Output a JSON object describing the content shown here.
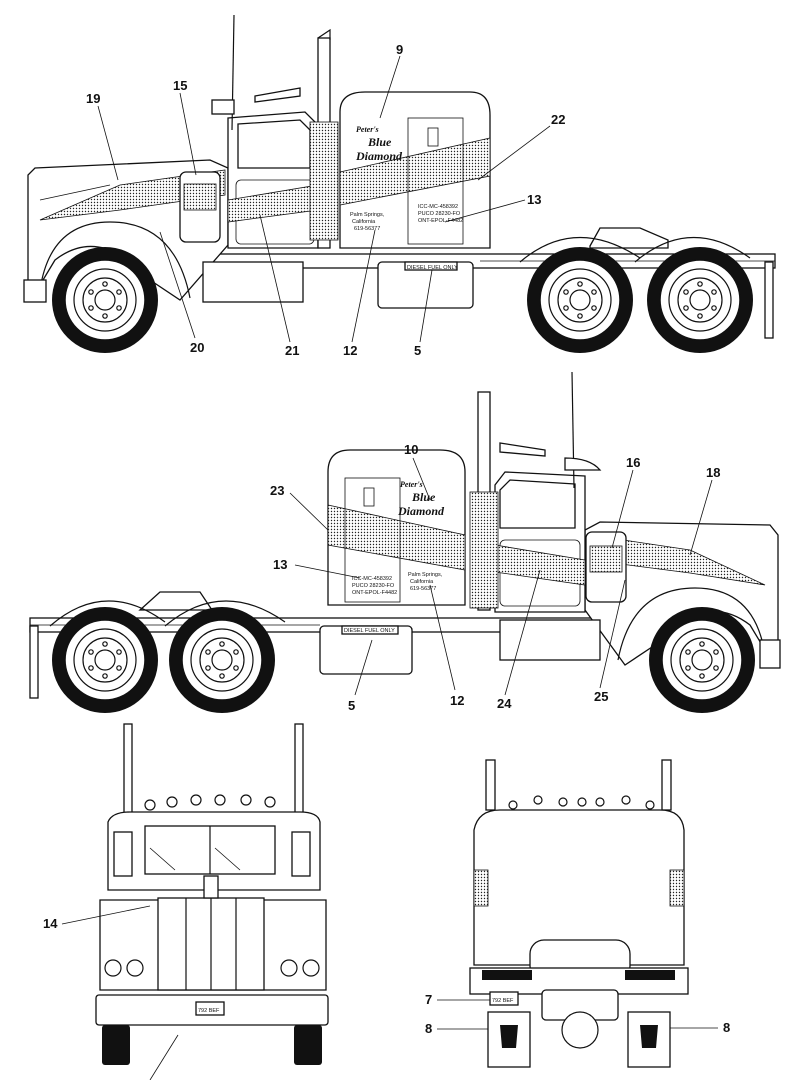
{
  "callouts": {
    "c19": "19",
    "c15": "15",
    "c9": "9",
    "c22": "22",
    "c13a": "13",
    "c20": "20",
    "c21": "21",
    "c12a": "12",
    "c5a": "5",
    "c10": "10",
    "c16": "16",
    "c18": "18",
    "c23": "23",
    "c13b": "13",
    "c5b": "5",
    "c12b": "12",
    "c24": "24",
    "c25": "25",
    "c14": "14",
    "c7": "7",
    "c8a": "8",
    "c8b": "8"
  },
  "decals": {
    "owner": "Peter's",
    "brand_line1": "Blue",
    "brand_line2": "Diamond",
    "location_line1": "Palm Springs,",
    "location_line2": "California",
    "phone": "619-56377",
    "icc": "ICC-MC-458392",
    "puco": "PUCO 28230-FO",
    "ont": "ONT-EPOL-F4482",
    "fuel": "DIESEL FUEL ONLY",
    "plate": "792 BEF"
  }
}
